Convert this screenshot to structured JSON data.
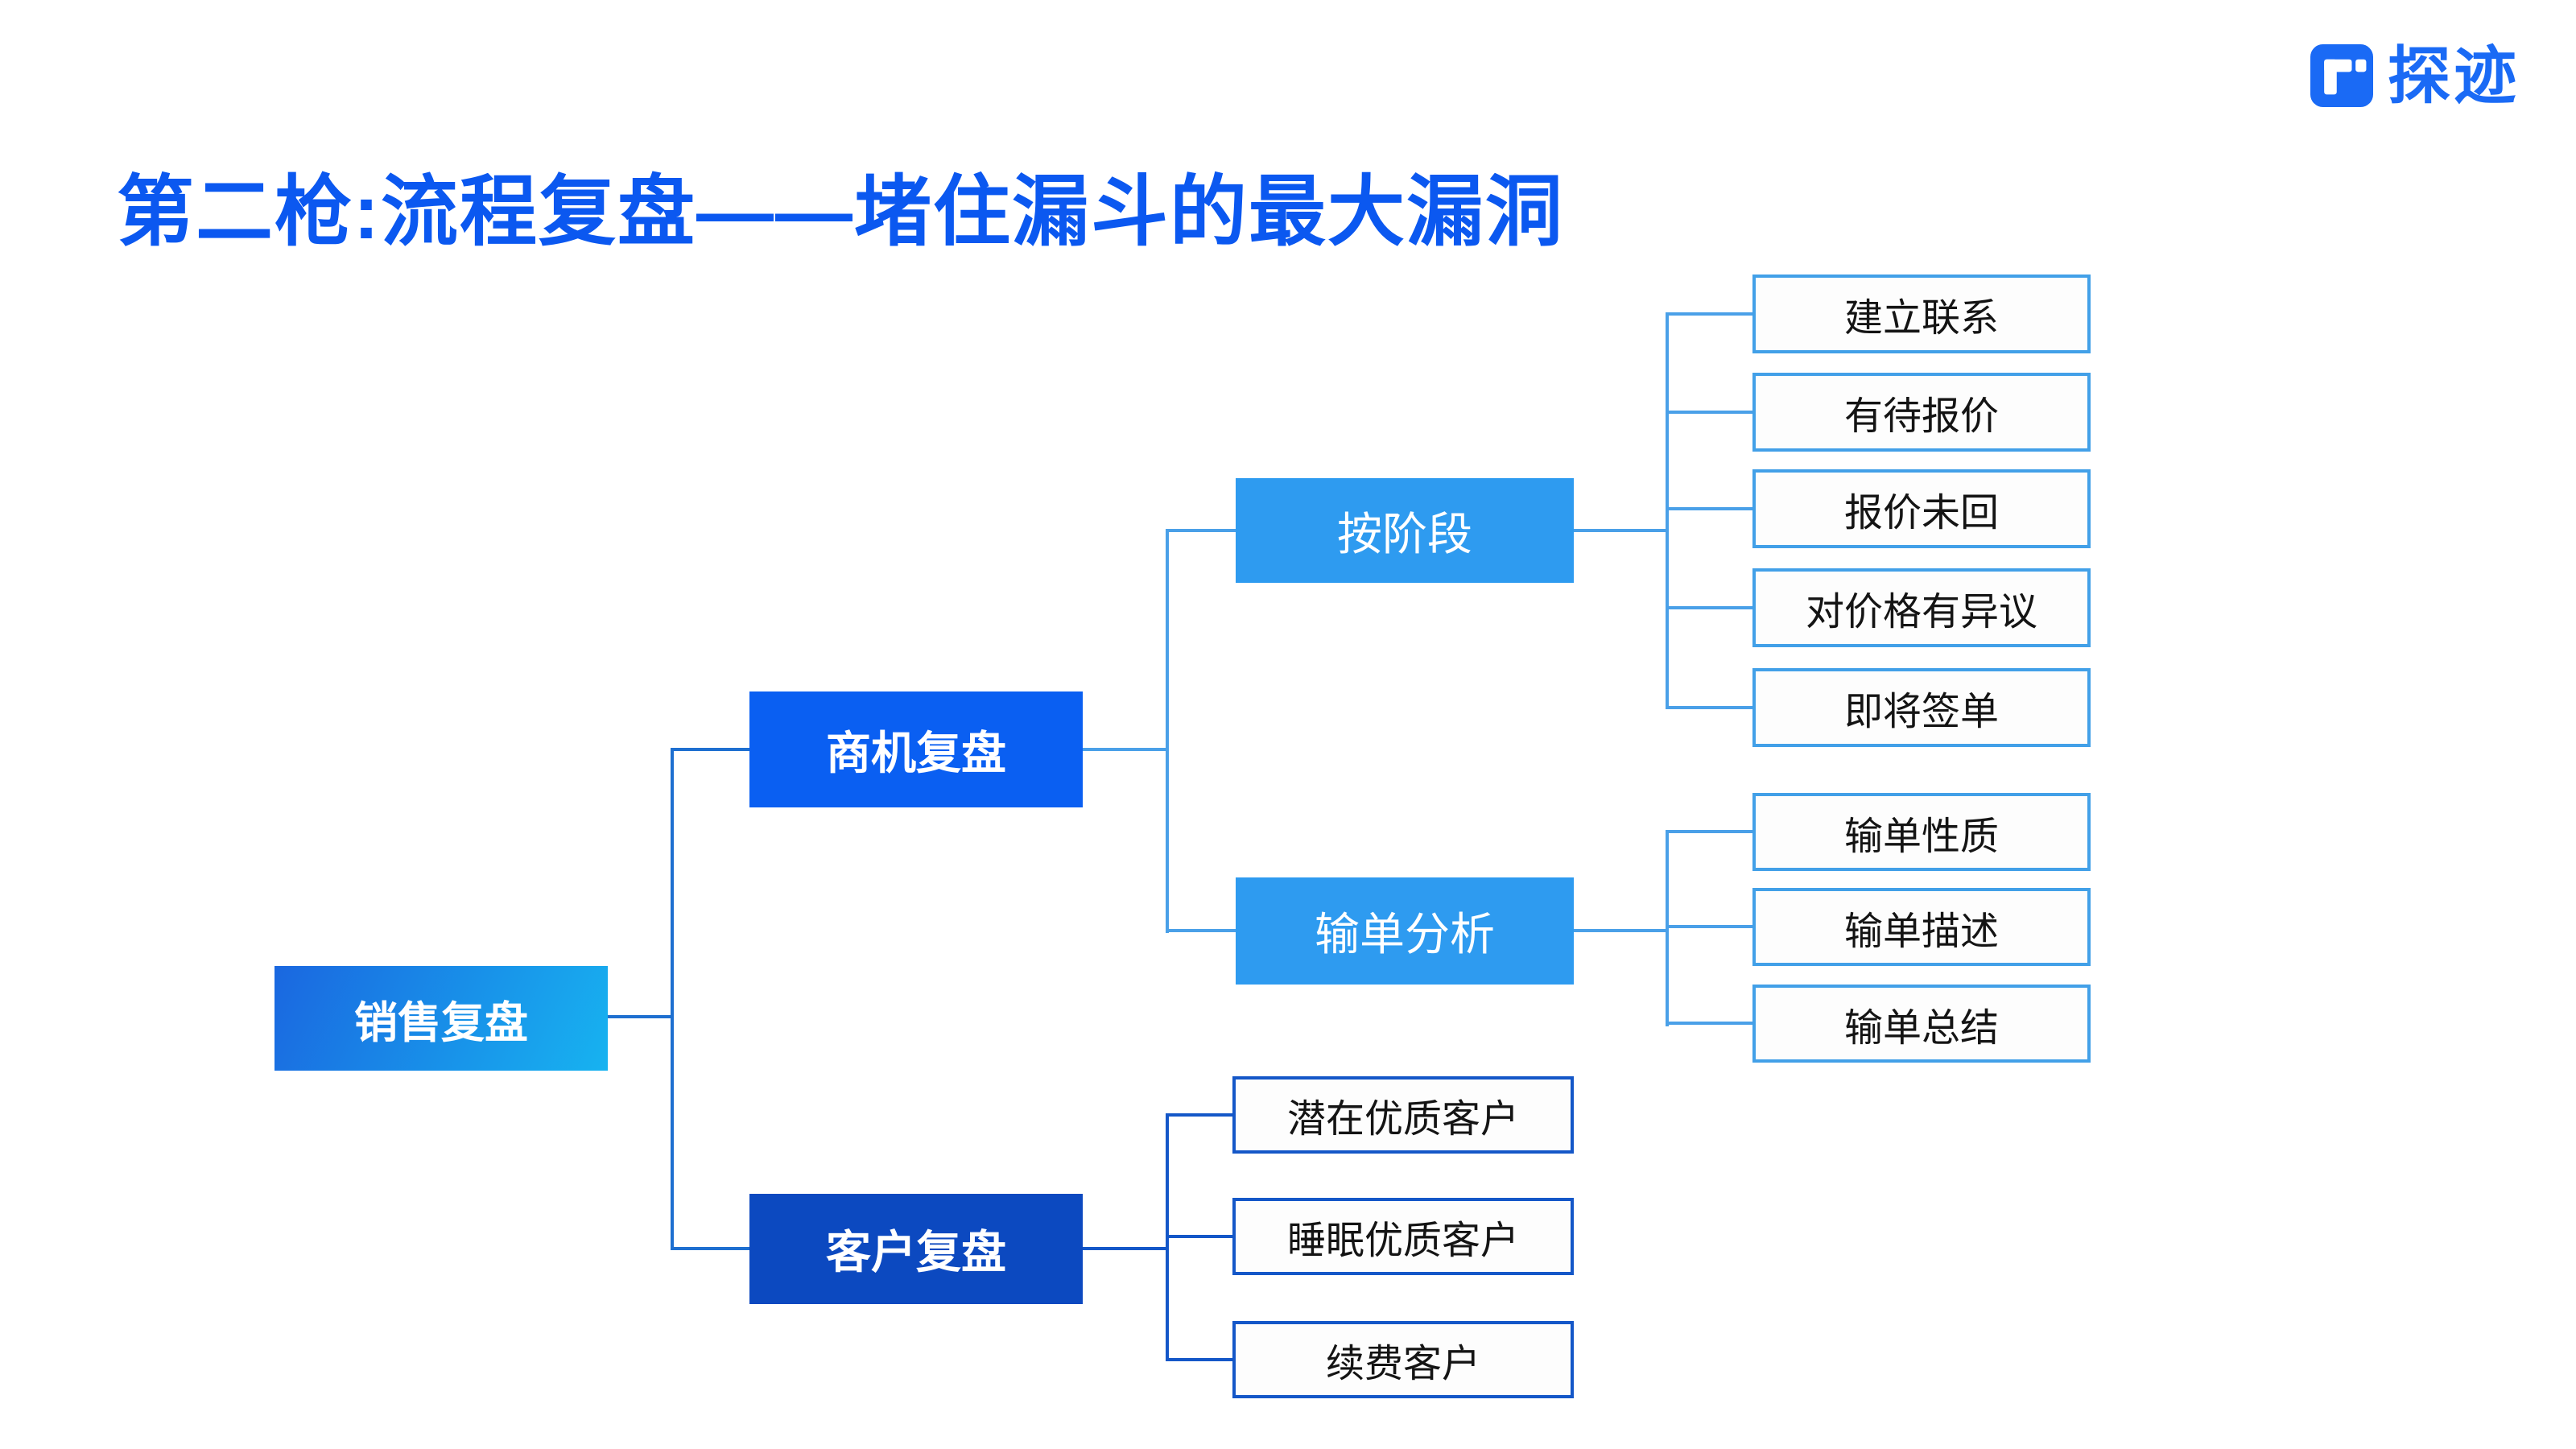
{
  "header": {
    "logo_text": "探迹"
  },
  "title": "第二枪:流程复盘——堵住漏斗的最大漏洞",
  "tree": {
    "root": "销售复盘",
    "branches": [
      {
        "label": "商机复盘",
        "children": [
          {
            "label": "按阶段",
            "children": [
              "建立联系",
              "有待报价",
              "报价未回",
              "对价格有异议",
              "即将签单"
            ]
          },
          {
            "label": "输单分析",
            "children": [
              "输单性质",
              "输单描述",
              "输单总结"
            ]
          }
        ]
      },
      {
        "label": "客户复盘",
        "children": [
          "潜在优质客户",
          "睡眠优质客户",
          "续费客户"
        ]
      }
    ]
  },
  "colors": {
    "title_blue": "#0b58f0",
    "logo_blue": "#1a6af5",
    "root_gradient_start": "#1a67e0",
    "root_gradient_end": "#17b3f0",
    "level1_top_fill": "#0a5ff2",
    "level1_bottom_fill": "#0c49c0",
    "level2_fill": "#2e9bf0",
    "leaf_border_light": "#42a0e8",
    "leaf_border_dark": "#1457c8",
    "connector_mid": "#1e6fd0",
    "connector_light": "#4aa0e8",
    "connector_dark": "#1457c8"
  }
}
